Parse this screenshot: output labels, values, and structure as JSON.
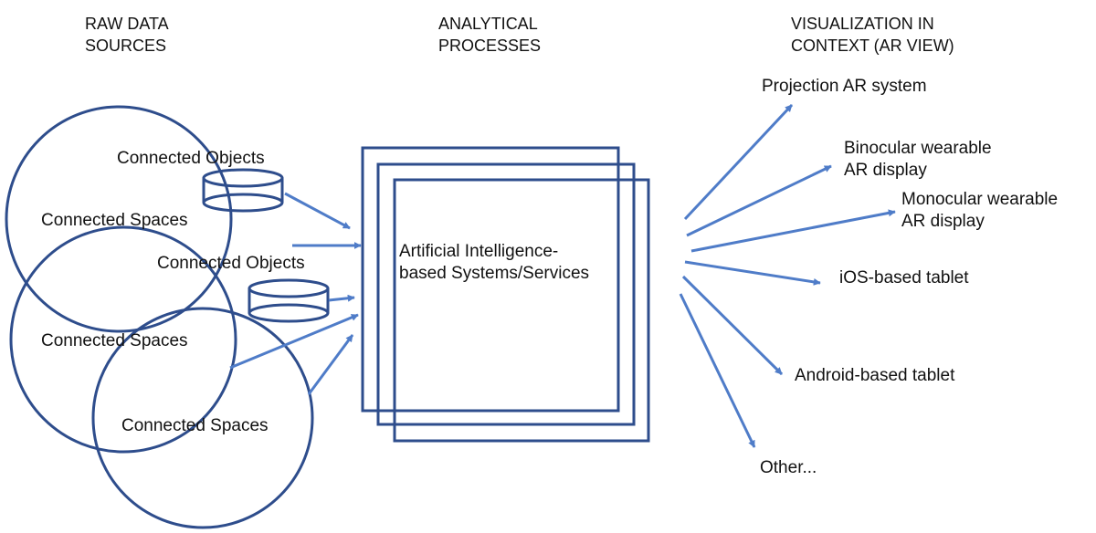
{
  "headers": {
    "raw_data_sources": [
      "RAW DATA",
      "SOURCES"
    ],
    "analytical_processes": [
      "ANALYTICAL",
      "PROCESSES"
    ],
    "visualization_in_context": [
      "VISUALIZATION IN",
      "CONTEXT (AR VIEW)"
    ]
  },
  "sources": {
    "connected_objects_1": "Connected Objects",
    "connected_objects_2": "Connected Objects",
    "connected_spaces_1": "Connected Spaces",
    "connected_spaces_2": "Connected Spaces",
    "connected_spaces_3": "Connected Spaces"
  },
  "process": {
    "ai_systems": [
      "Artificial Intelligence-",
      "based Systems/Services"
    ]
  },
  "outputs": {
    "projection_ar": "Projection AR system",
    "binocular": [
      "Binocular wearable",
      "AR display"
    ],
    "monocular": [
      "Monocular wearable",
      "AR display"
    ],
    "ios_tablet": "iOS-based tablet",
    "android_tablet": "Android-based tablet",
    "other": "Other..."
  },
  "colors": {
    "circle_stroke": "#2E4D8C",
    "box_stroke": "#2E4D8C",
    "arrow": "#4F7CC8",
    "text": "#111111"
  }
}
